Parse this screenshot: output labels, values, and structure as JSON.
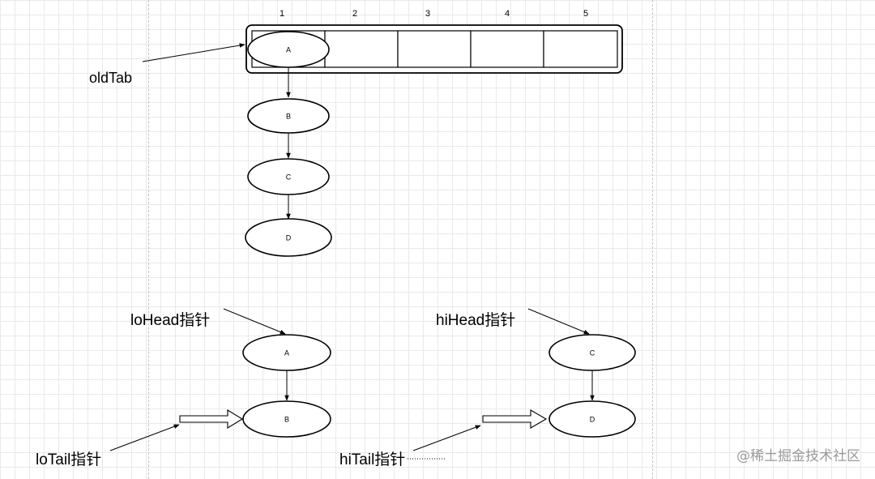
{
  "array": {
    "indices": [
      "1",
      "2",
      "3",
      "4",
      "5"
    ],
    "first_slot_node": "A",
    "label": "oldTab"
  },
  "old_chain": [
    "B",
    "C",
    "D"
  ],
  "lo_list": {
    "head_label": "loHead指针",
    "tail_label": "loTail指针",
    "nodes": [
      "A",
      "B"
    ]
  },
  "hi_list": {
    "head_label": "hiHead指针",
    "tail_label": "hiTail指针",
    "nodes": [
      "C",
      "D"
    ]
  },
  "watermark": "@稀土掘金技术社区"
}
